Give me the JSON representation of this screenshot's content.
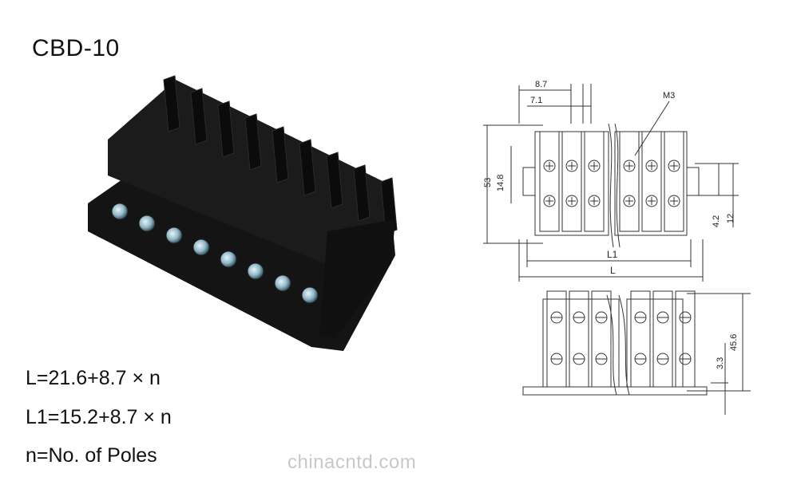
{
  "title": "CBD-10",
  "formulas": {
    "L": "L=21.6+8.7 × n",
    "L1": "L1=15.2+8.7 × n",
    "n": "n=No. of Poles"
  },
  "watermark": "chinacntd.com",
  "dimensions": {
    "pitch": "8.7",
    "inner_pitch": "7.1",
    "screw": "M3",
    "height": "53",
    "row_spacing": "14.8",
    "l1": "L1",
    "l": "L",
    "slot_small": "4.2",
    "slot_large": "12",
    "total_height": "45.6",
    "base_step": "3.3"
  },
  "colors": {
    "product_body": "#141414",
    "screw_metal": "#8fb8c8",
    "drawing_line": "#333333"
  }
}
